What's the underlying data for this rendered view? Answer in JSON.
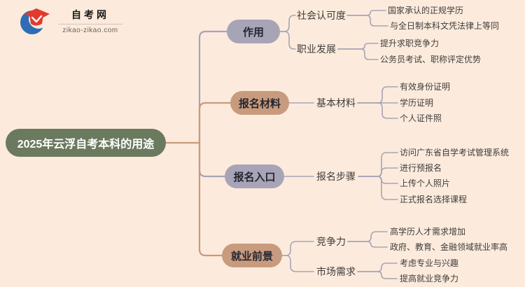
{
  "brand": {
    "name": "自考网",
    "domain": "zikao-zikao.com"
  },
  "colors": {
    "background": "#fcebdc",
    "center_node": "#6b7a5e",
    "center_text": "#ffffff",
    "node_gray": "#a8a4b8",
    "node_tan": "#c99b7e",
    "node_text": "#23262f",
    "line_gray": "#a7a4b6",
    "line_tan": "#c89a7c",
    "text": "#3f3c3c",
    "logo_blue": "#2e6cb5",
    "logo_red": "#e23a30"
  },
  "mindmap": {
    "root": "2025年云浮自考本科的用途",
    "branches": [
      {
        "label": "作用",
        "color": "gray",
        "children": [
          {
            "label": "社会认可度",
            "leaves": [
              "国家承认的正规学历",
              "与全日制本科文凭法律上等同"
            ]
          },
          {
            "label": "职业发展",
            "leaves": [
              "提升求职竞争力",
              "公务员考试、职称评定优势"
            ]
          }
        ]
      },
      {
        "label": "报名材料",
        "color": "tan",
        "children": [
          {
            "label": "基本材料",
            "leaves": [
              "有效身份证明",
              "学历证明",
              "个人证件照"
            ]
          }
        ]
      },
      {
        "label": "报名入口",
        "color": "gray",
        "children": [
          {
            "label": "报名步骤",
            "leaves": [
              "访问广东省自学考试管理系统",
              "进行预报名",
              "上传个人照片",
              "正式报名选择课程"
            ]
          }
        ]
      },
      {
        "label": "就业前景",
        "color": "tan",
        "children": [
          {
            "label": "竞争力",
            "leaves": [
              "高学历人才需求增加",
              "政府、教育、金融领域就业率高"
            ]
          },
          {
            "label": "市场需求",
            "leaves": [
              "考虑专业与兴趣",
              "提高就业竞争力"
            ]
          }
        ]
      }
    ]
  }
}
